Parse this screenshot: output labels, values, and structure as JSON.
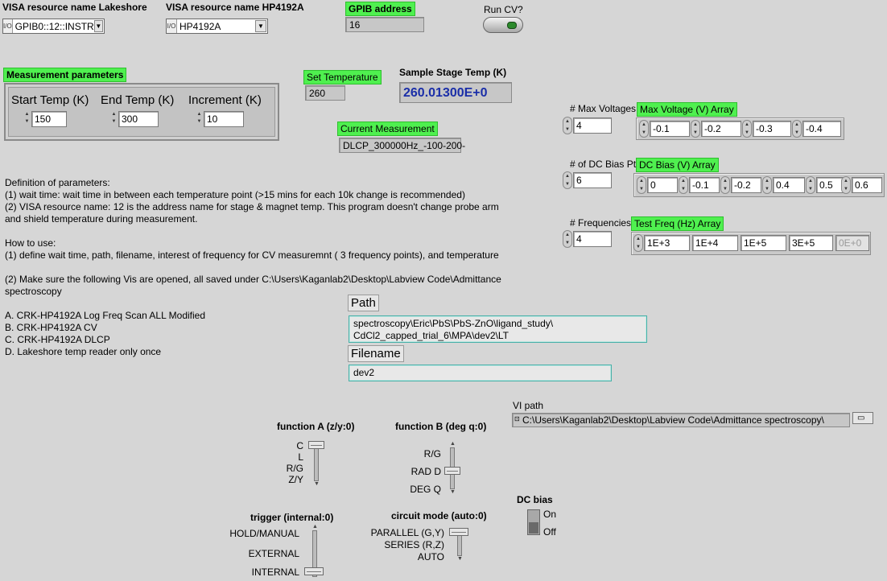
{
  "visa_lakeshore": {
    "label": "VISA resource name Lakeshore",
    "value": "GPIB0::12::INSTR",
    "io": "I/O"
  },
  "visa_hp": {
    "label": "VISA resource name HP4192A",
    "value": "HP4192A",
    "io": "I/O"
  },
  "gpib": {
    "label": "GPIB address",
    "value": "16"
  },
  "run_cv": {
    "label": "Run CV?"
  },
  "measurement": {
    "title": "Measurement parameters",
    "start_label": "Start Temp (K)",
    "start_value": "150",
    "end_label": "End Temp (K)",
    "end_value": "300",
    "inc_label": "Increment (K)",
    "inc_value": "10"
  },
  "set_temp": {
    "label": "Set Temperature",
    "value": "260"
  },
  "stage_temp": {
    "label": "Sample Stage Temp (K)",
    "value": "260.01300E+0"
  },
  "current_meas": {
    "label": "Current Measurement",
    "value": "DLCP_300000Hz_-100-200-"
  },
  "max_volt": {
    "count_label": "# Max Voltages",
    "count": "4",
    "array_label": "Max Voltage (V) Array",
    "values": [
      "-0.1",
      "-0.2",
      "-0.3",
      "-0.4"
    ]
  },
  "dc_bias": {
    "count_label": "# of DC Bias Pts",
    "count": "6",
    "array_label": "DC Bias (V) Array",
    "values": [
      "0",
      "-0.1",
      "-0.2",
      "0.4",
      "0.5",
      "0.6"
    ]
  },
  "freq": {
    "count_label": "# Frequencies",
    "count": "4",
    "array_label": "Test Freq (Hz) Array",
    "values": [
      "1E+3",
      "1E+4",
      "1E+5",
      "3E+5"
    ],
    "disabled_value": "0E+0"
  },
  "description": [
    "Definition of parameters:",
    "(1) wait time: wait time in between each temperature point (>15 mins for each 10k change is recommended)",
    "(2) VISA resource name: 12 is the address name for stage & magnet temp. This program doesn't change probe arm",
    "and shield temperature during measurement.",
    "",
    "How to use:",
    "(1) define wait time, path, filename, interest of frequency for CV measuremnt ( 3 frequency points), and temperature",
    "",
    "(2) Make sure the following Vis are opened, all saved under C:\\Users\\Kaganlab2\\Desktop\\Labview Code\\Admittance",
    "spectroscopy",
    "",
    "A. CRK-HP4192A Log Freq Scan ALL Modified",
    "B. CRK-HP4192A CV",
    "C. CRK-HP4192A DLCP",
    "D. Lakeshore temp reader only once"
  ],
  "path": {
    "label": "Path",
    "line1": "spectroscopy\\Eric\\PbS\\PbS-ZnO\\ligand_study\\",
    "line2": "CdCl2_capped_trial_6\\MPA\\dev2\\LT"
  },
  "filename": {
    "label": "Filename",
    "value": "dev2"
  },
  "vi_path": {
    "label": "VI path",
    "value": "C:\\Users\\Kaganlab2\\Desktop\\Labview Code\\Admittance spectroscopy\\"
  },
  "func_a": {
    "label": "function A (z/y:0)",
    "options": [
      "C",
      "L",
      "R/G",
      "Z/Y"
    ],
    "selected": "C"
  },
  "func_b": {
    "label": "function B (deg q:0)",
    "options": [
      "R/G",
      "RAD D",
      "DEG Q"
    ],
    "selected": "RAD D"
  },
  "trigger": {
    "label": "trigger (internal:0)",
    "options": [
      "HOLD/MANUAL",
      "EXTERNAL",
      "INTERNAL"
    ],
    "selected": "INTERNAL"
  },
  "circuit": {
    "label": "circuit mode (auto:0)",
    "options": [
      "PARALLEL (G,Y)",
      "SERIES (R,Z)",
      "AUTO"
    ],
    "selected": "PARALLEL (G,Y)"
  },
  "dc_bias_switch": {
    "label": "DC bias",
    "on": "On",
    "off": "Off",
    "state": "Off"
  },
  "colors": {
    "bg": "#d6d6d6",
    "green": "#4ff04f",
    "stage_temp_text": "#1a2ea8",
    "path_border": "#48b0a8"
  }
}
